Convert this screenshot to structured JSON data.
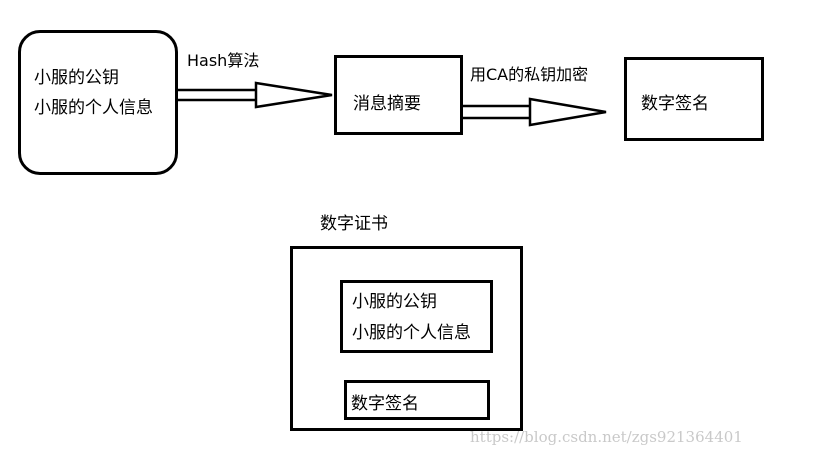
{
  "source_box": {
    "line1": "小服的公钥",
    "line2": "小服的个人信息"
  },
  "hash_arrow_label": "Hash算法",
  "digest_box": {
    "label": "消息摘要"
  },
  "encrypt_arrow_label": "用CA的私钥加密",
  "signature_box": {
    "label": "数字签名"
  },
  "certificate": {
    "title": "数字证书",
    "inner_info": {
      "line1": "小服的公钥",
      "line2": "小服的个人信息"
    },
    "inner_signature": {
      "label": "数字签名"
    }
  },
  "watermark": "https://blog.csdn.net/zgs921364401"
}
